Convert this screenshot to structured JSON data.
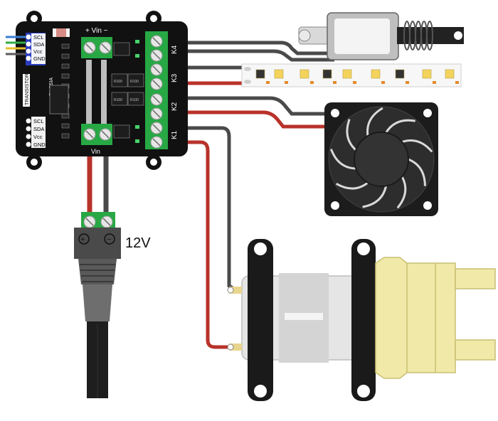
{
  "board": {
    "vin_top_label": "+ Vin −",
    "vin_bottom_label": "Vin",
    "left_pins_top": [
      "SCL",
      "SDA",
      "Vcc",
      "GND"
    ],
    "left_pins_bottom": [
      "SCL",
      "SDA",
      "Vcc",
      "GND"
    ],
    "channels": [
      "K4",
      "K3",
      "K2",
      "K1"
    ],
    "brand_vertical": "RUSSIA",
    "model_vertical": "TRANSISTOR",
    "chip_labels": [
      "R100",
      "R100",
      "R100",
      "R100"
    ]
  },
  "power_plug": {
    "voltage_label": "12V",
    "plus_symbol": "+",
    "minus_symbol": "−"
  },
  "colors": {
    "board": "#111111",
    "terminal_green": "#27a844",
    "wire_red": "#b8322a",
    "wire_grey": "#4a4a4a",
    "pump_body": "#f0e9a8",
    "fan": "#1c1c1c"
  }
}
